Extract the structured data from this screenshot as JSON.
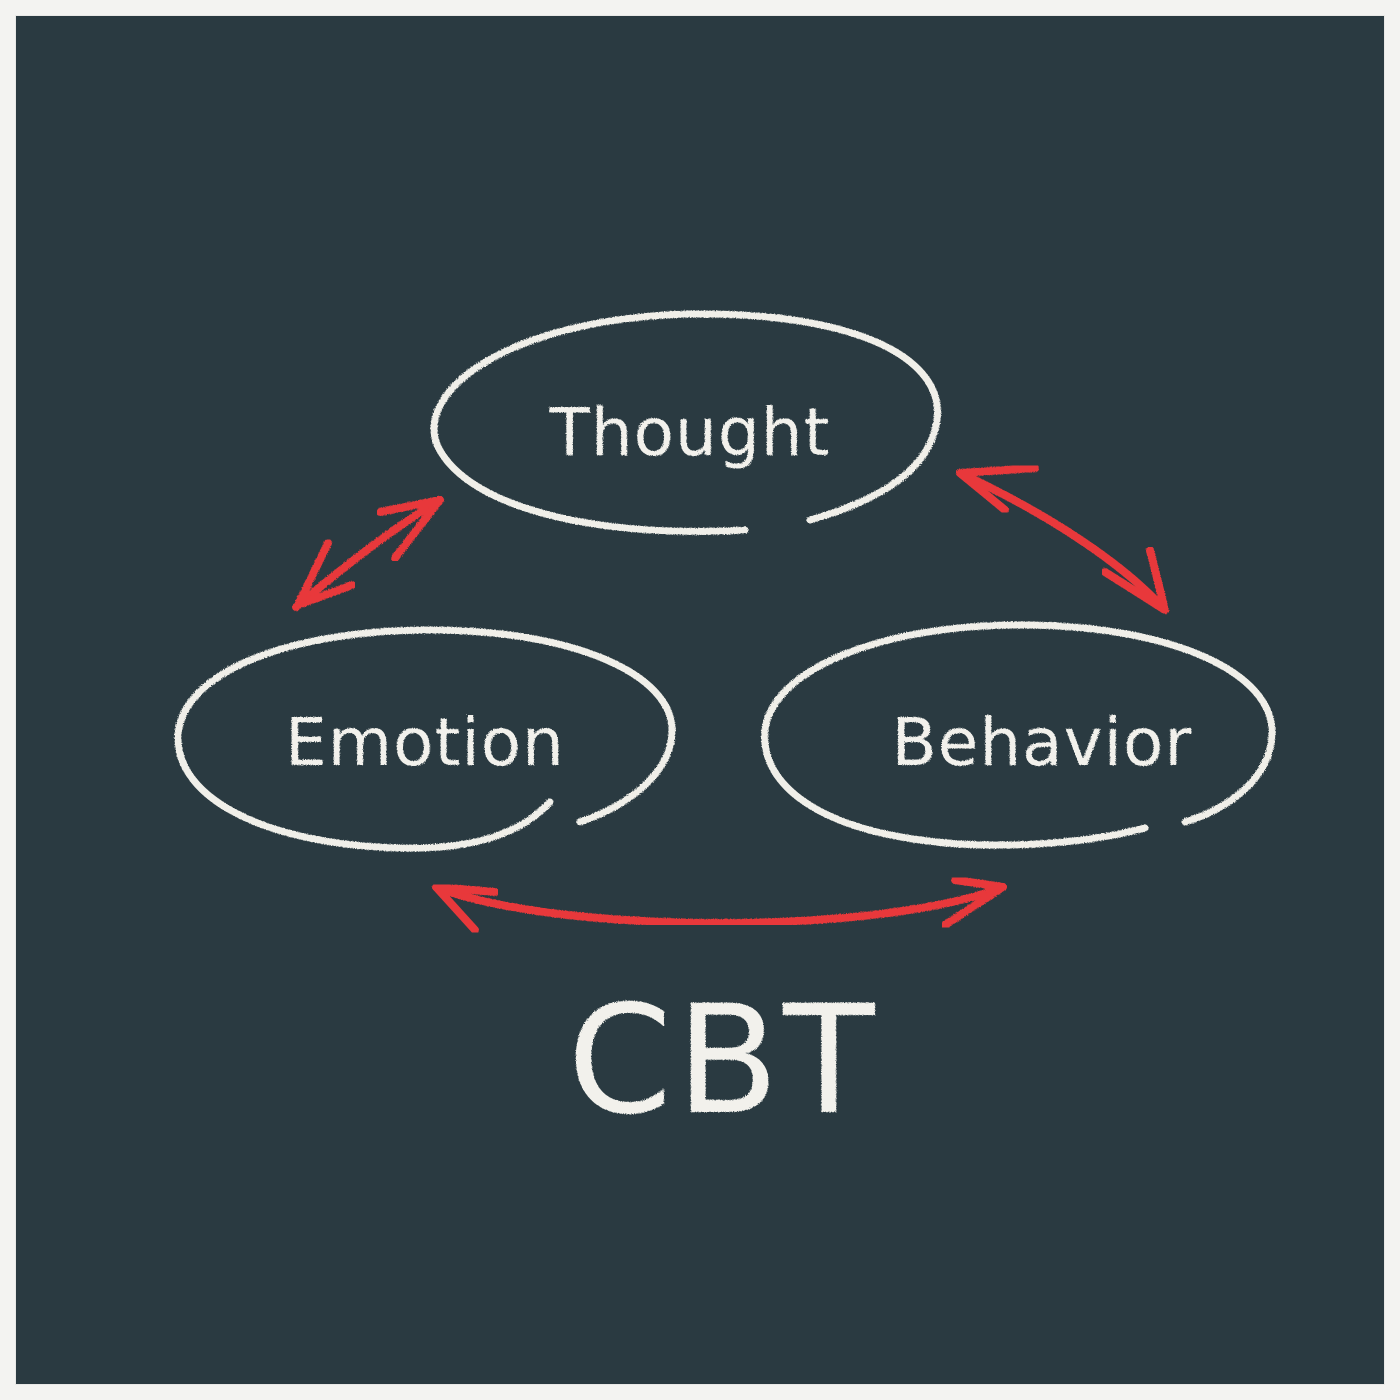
{
  "diagram": {
    "title": "CBT",
    "nodes": [
      {
        "id": "thought",
        "label": "Thought"
      },
      {
        "id": "emotion",
        "label": "Emotion"
      },
      {
        "id": "behavior",
        "label": "Behavior"
      }
    ],
    "edges": [
      {
        "from": "thought",
        "to": "emotion",
        "direction": "bidirectional"
      },
      {
        "from": "thought",
        "to": "behavior",
        "direction": "bidirectional"
      },
      {
        "from": "emotion",
        "to": "behavior",
        "direction": "bidirectional"
      }
    ],
    "colors": {
      "background": "#2a3a41",
      "frame": "#f3f3f1",
      "chalk": "#f2f1ec",
      "arrow": "#e8393a"
    }
  }
}
